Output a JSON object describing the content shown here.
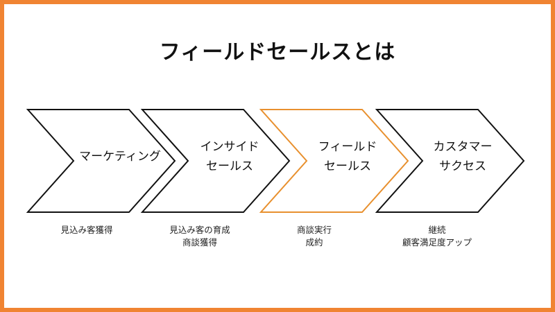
{
  "title": "フィールドセールスとは",
  "colors": {
    "frame": "#F08432",
    "highlight": "#E8902E",
    "default_stroke": "#111111"
  },
  "stages": [
    {
      "label_lines": [
        "マーケティング"
      ],
      "caption_lines": [
        "見込み客獲得"
      ],
      "highlighted": false
    },
    {
      "label_lines": [
        "インサイド",
        "セールス"
      ],
      "caption_lines": [
        "見込み客の育成",
        "商談獲得"
      ],
      "highlighted": false
    },
    {
      "label_lines": [
        "フィールド",
        "セールス"
      ],
      "caption_lines": [
        "商談実行",
        "成約"
      ],
      "highlighted": true
    },
    {
      "label_lines": [
        "カスタマー",
        "サクセス"
      ],
      "caption_lines": [
        "継続",
        "顧客満足度アップ"
      ],
      "highlighted": false
    }
  ]
}
